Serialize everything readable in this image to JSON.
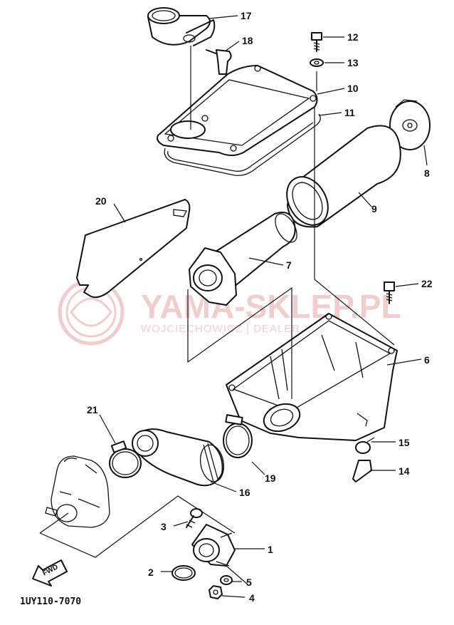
{
  "diagram": {
    "code": "1UY110-7070",
    "watermark": {
      "brand": "YAMA-SKLEP.PL",
      "tagline": "WOJCIECHOWICZ | DEALER YAMAHA"
    },
    "fwd_label": "FWD",
    "callouts": [
      {
        "id": "c1",
        "number": "1"
      },
      {
        "id": "c2",
        "number": "2"
      },
      {
        "id": "c3",
        "number": "3"
      },
      {
        "id": "c4",
        "number": "4"
      },
      {
        "id": "c5",
        "number": "5"
      },
      {
        "id": "c6",
        "number": "6"
      },
      {
        "id": "c7",
        "number": "7"
      },
      {
        "id": "c8",
        "number": "8"
      },
      {
        "id": "c9",
        "number": "9"
      },
      {
        "id": "c10",
        "number": "10"
      },
      {
        "id": "c11",
        "number": "11"
      },
      {
        "id": "c12",
        "number": "12"
      },
      {
        "id": "c13",
        "number": "13"
      },
      {
        "id": "c14",
        "number": "14"
      },
      {
        "id": "c15",
        "number": "15"
      },
      {
        "id": "c16",
        "number": "16"
      },
      {
        "id": "c17",
        "number": "17"
      },
      {
        "id": "c18",
        "number": "18"
      },
      {
        "id": "c19",
        "number": "19"
      },
      {
        "id": "c20",
        "number": "20"
      },
      {
        "id": "c21",
        "number": "21"
      },
      {
        "id": "c22",
        "number": "22"
      }
    ]
  }
}
